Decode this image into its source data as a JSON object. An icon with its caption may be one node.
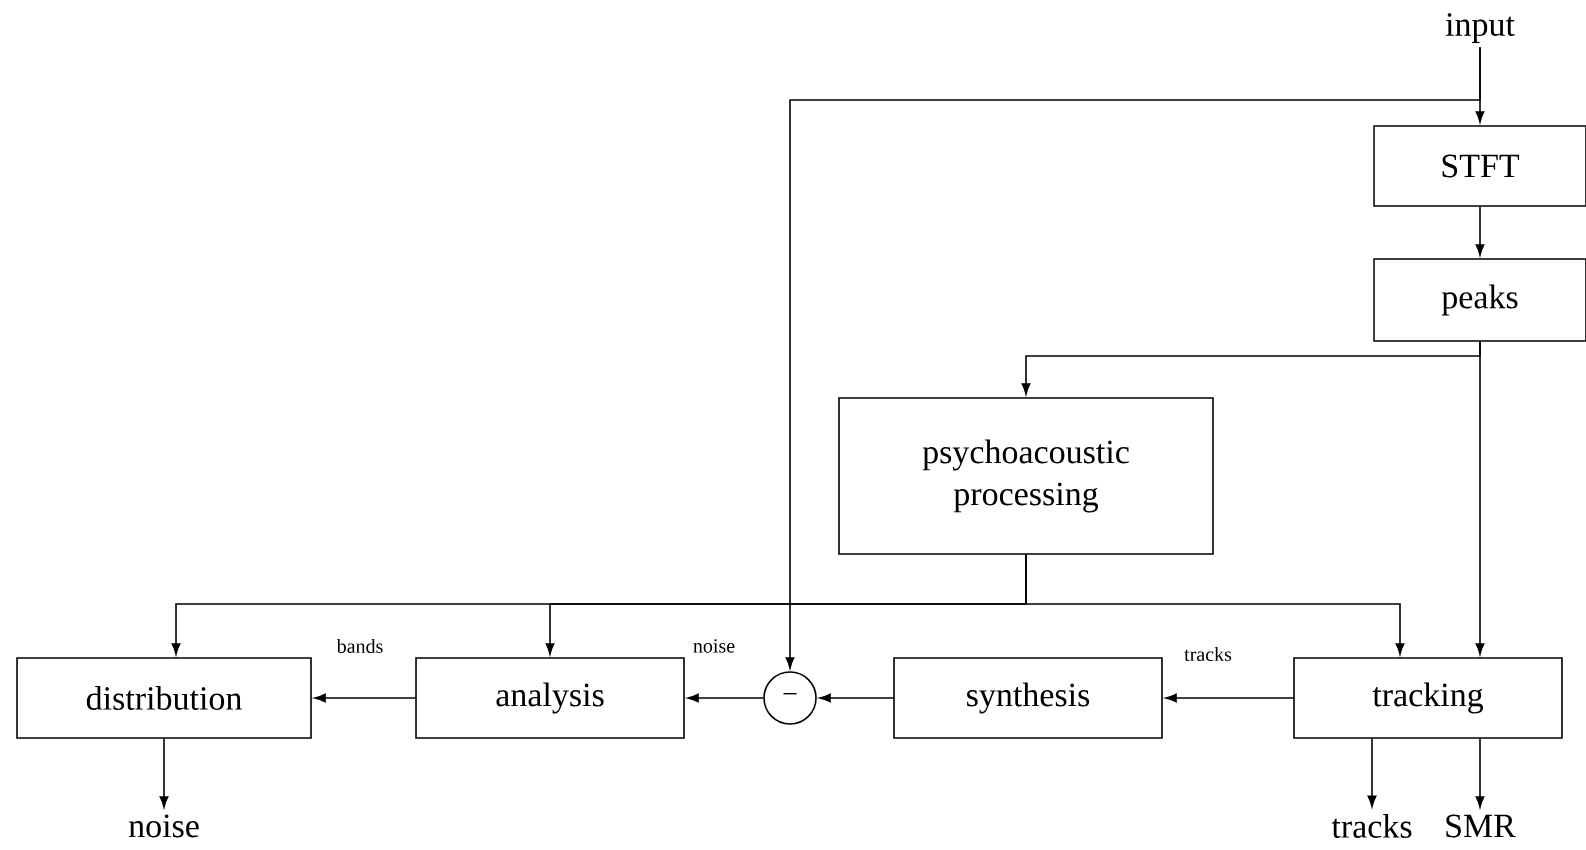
{
  "diagram": {
    "nodes": [
      {
        "text": [
          "input"
        ]
      },
      {
        "text": [
          "STFT"
        ]
      },
      {
        "text": [
          "peaks"
        ]
      },
      {
        "text": [
          "psychoacoustic processing"
        ]
      },
      {
        "text": [
          "distribution"
        ]
      },
      {
        "text": [
          "analysis"
        ]
      },
      {
        "text": [
          "−"
        ]
      },
      {
        "text": [
          "synthesis"
        ]
      },
      {
        "text": [
          "tracking"
        ]
      },
      {
        "text": [
          "noise"
        ]
      },
      {
        "text": [
          "tracks"
        ]
      },
      {
        "text": [
          "SMR"
        ]
      }
    ],
    "edges": [
      {
        "from": 0,
        "to": 1,
        "arrow": "to"
      },
      {
        "from": 0,
        "to": 6,
        "arrow": "to"
      },
      {
        "from": 1,
        "to": 2,
        "arrow": "to"
      },
      {
        "from": 2,
        "to": 3,
        "arrow": "to"
      },
      {
        "from": 2,
        "to": 8,
        "arrow": "to"
      },
      {
        "from": 3,
        "to": 4,
        "arrow": "to"
      },
      {
        "from": 3,
        "to": 5,
        "arrow": "to"
      },
      {
        "from": 3,
        "to": 8,
        "arrow": "to"
      },
      {
        "from": 8,
        "to": 7,
        "arrow": "to",
        "label": "tracks"
      },
      {
        "from": 7,
        "to": 6,
        "arrow": "to"
      },
      {
        "from": 6,
        "to": 5,
        "arrow": "to",
        "label": "noise"
      },
      {
        "from": 5,
        "to": 4,
        "arrow": "to",
        "label": "bands"
      },
      {
        "from": 4,
        "to": 9,
        "arrow": "to"
      },
      {
        "from": 8,
        "to": 10,
        "arrow": "to"
      },
      {
        "from": 8,
        "to": 11,
        "arrow": "to"
      }
    ]
  }
}
